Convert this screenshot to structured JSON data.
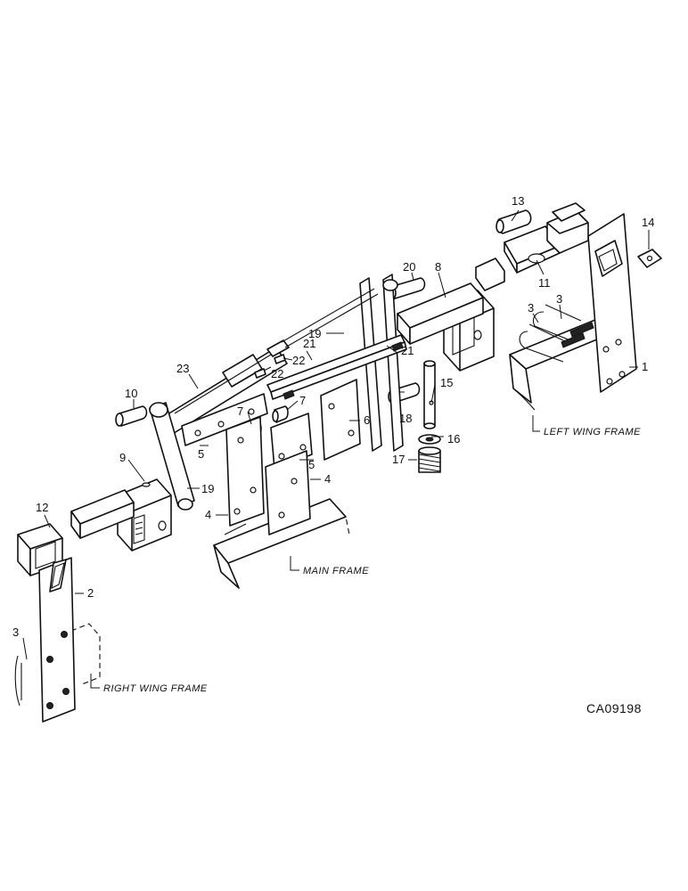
{
  "diagram": {
    "callouts": [
      {
        "id": "c1",
        "text": "1"
      },
      {
        "id": "c2",
        "text": "2"
      },
      {
        "id": "c3a",
        "text": "3"
      },
      {
        "id": "c3b",
        "text": "3"
      },
      {
        "id": "c3c",
        "text": "3"
      },
      {
        "id": "c4a",
        "text": "4"
      },
      {
        "id": "c4b",
        "text": "4"
      },
      {
        "id": "c5a",
        "text": "5"
      },
      {
        "id": "c5b",
        "text": "5"
      },
      {
        "id": "c6",
        "text": "6"
      },
      {
        "id": "c7a",
        "text": "7"
      },
      {
        "id": "c7b",
        "text": "7"
      },
      {
        "id": "c8",
        "text": "8"
      },
      {
        "id": "c9",
        "text": "9"
      },
      {
        "id": "c10",
        "text": "10"
      },
      {
        "id": "c11",
        "text": "11"
      },
      {
        "id": "c12",
        "text": "12"
      },
      {
        "id": "c13",
        "text": "13"
      },
      {
        "id": "c14",
        "text": "14"
      },
      {
        "id": "c15",
        "text": "15"
      },
      {
        "id": "c16",
        "text": "16"
      },
      {
        "id": "c17",
        "text": "17"
      },
      {
        "id": "c18",
        "text": "18"
      },
      {
        "id": "c19a",
        "text": "19"
      },
      {
        "id": "c19b",
        "text": "19"
      },
      {
        "id": "c20",
        "text": "20"
      },
      {
        "id": "c21a",
        "text": "21"
      },
      {
        "id": "c21b",
        "text": "21"
      },
      {
        "id": "c22a",
        "text": "22"
      },
      {
        "id": "c22b",
        "text": "22"
      },
      {
        "id": "c23",
        "text": "23"
      }
    ],
    "frame_labels": {
      "left_wing": "LEFT WING FRAME",
      "main": "MAIN FRAME",
      "right_wing": "RIGHT WING FRAME"
    },
    "drawing_code": "CA09198"
  }
}
